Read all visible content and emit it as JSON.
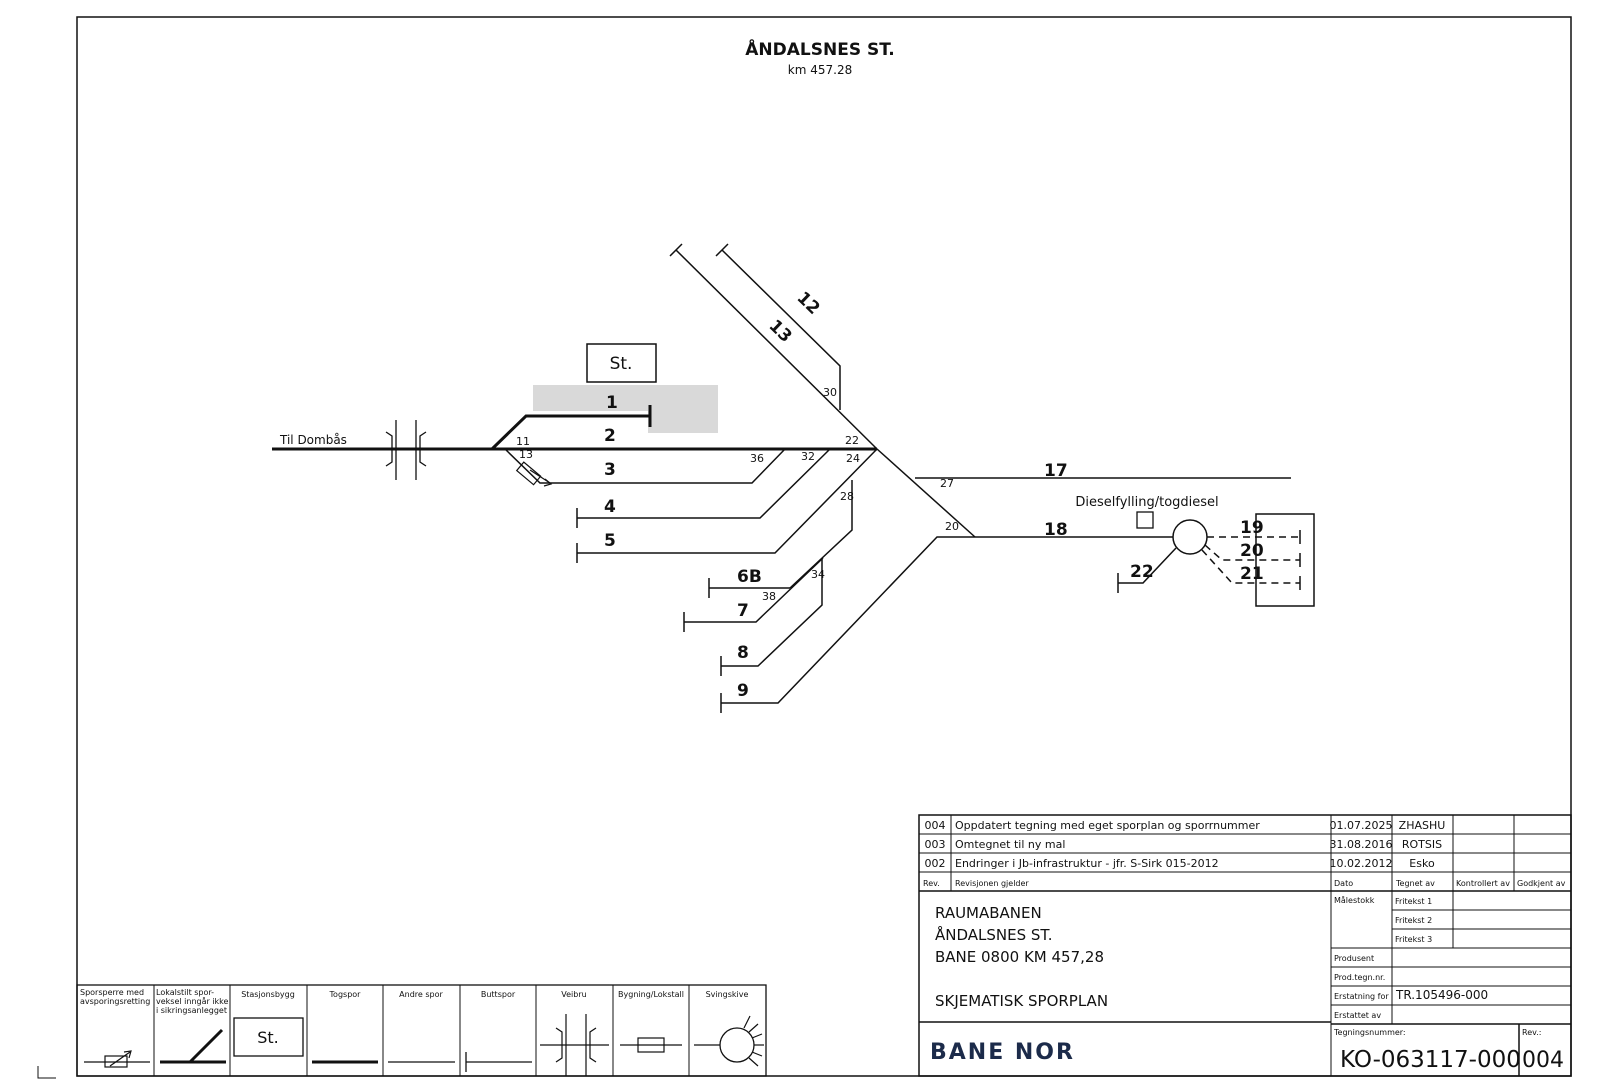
{
  "title": {
    "name": "ÅNDALSNES ST.",
    "km": "km 457.28"
  },
  "station_building": "St.",
  "direction_label": "Til Dombås",
  "diesel_label": "Dieselfylling/togdiesel",
  "tracks": {
    "t1": "1",
    "t2": "2",
    "t3": "3",
    "t4": "4",
    "t5": "5",
    "t6b": "6B",
    "t7": "7",
    "t8": "8",
    "t9": "9",
    "t12": "12",
    "t13": "13",
    "t17": "17",
    "t18": "18",
    "t19": "19",
    "t20": "20",
    "t21": "21",
    "t22": "22"
  },
  "switches": {
    "s11": "11",
    "s13": "13",
    "s20": "20",
    "s22": "22",
    "s24": "24",
    "s27": "27",
    "s28": "28",
    "s30": "30",
    "s32": "32",
    "s34": "34",
    "s36": "36",
    "s38": "38"
  },
  "legend": {
    "derail": "Sporsperre med avsporingsretting",
    "local_switch": "Lokalstilt spor-veksel inngår ikke i sikringsanlegget",
    "station": "Stasjonsbygg",
    "station_symbol": "St.",
    "main_track": "Togspor",
    "other_track": "Andre spor",
    "dead_end": "Buttspor",
    "road_bridge": "Veibru",
    "building": "Bygning/Lokstall",
    "turntable": "Svingskive"
  },
  "revisions": [
    {
      "rev": "004",
      "text": "Oppdatert tegning med eget sporplan og sporrnummer",
      "date": "01.07.2025",
      "by": "ZHASHU"
    },
    {
      "rev": "003",
      "text": "Omtegnet til ny mal",
      "date": "31.08.2016",
      "by": "ROTSIS"
    },
    {
      "rev": "002",
      "text": "Endringer i Jb-infrastruktur - jfr. S-Sirk 015-2012",
      "date": "10.02.2012",
      "by": "Esko"
    }
  ],
  "rev_headers": {
    "rev": "Rev.",
    "text": "Revisjonen gjelder",
    "date": "Dato",
    "drawn": "Tegnet av",
    "checked": "Kontrollert av",
    "approved": "Godkjent av"
  },
  "title_block": {
    "line1": "RAUMABANEN",
    "line2": "ÅNDALSNES ST.",
    "line3": "BANE 0800 KM 457,28",
    "line4": "SKJEMATISK SPORPLAN",
    "scale_label": "Målestokk",
    "free1": "Fritekst 1",
    "free2": "Fritekst 2",
    "free3": "Fritekst 3",
    "producer_label": "Produsent",
    "prodnr_label": "Prod.tegn.nr.",
    "replaces_label": "Erstatning for",
    "replaces_value": "TR.105496-000",
    "replaced_label": "Erstattet av",
    "drawing_no_label": "Tegningsnummer:",
    "drawing_no": "KO-063117-000",
    "rev_label": "Rev.:",
    "rev_value": "004"
  },
  "logo": "BANE NOR"
}
